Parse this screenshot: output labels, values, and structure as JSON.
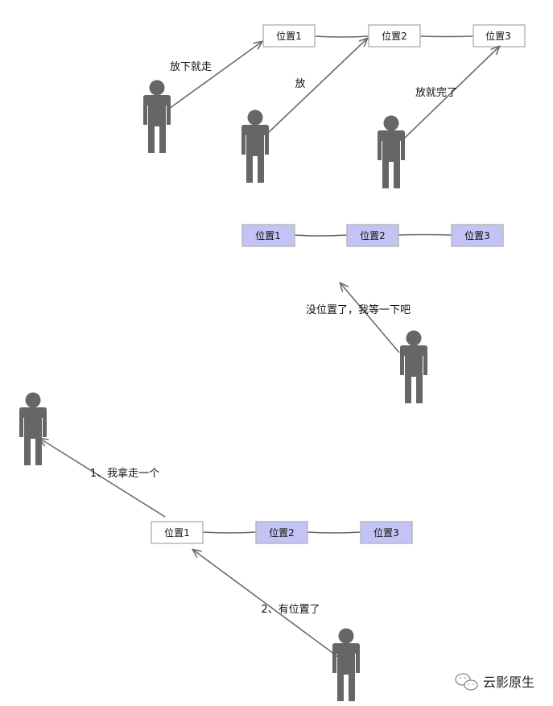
{
  "colors": {
    "person": "#666666",
    "arrow": "#6b6b6b",
    "box_empty_fill": "#ffffff",
    "box_occupied_fill": "#c3c3f5",
    "box_border": "#b8b8b8",
    "link": "#666666"
  },
  "icons": {
    "person": "person-icon",
    "footer": "wechat-icon"
  },
  "scene1": {
    "slots": [
      {
        "label": "位置1",
        "state": "empty"
      },
      {
        "label": "位置2",
        "state": "empty"
      },
      {
        "label": "位置3",
        "state": "empty"
      }
    ],
    "labels": [
      "放下就走",
      "放",
      "放就完了"
    ]
  },
  "scene2": {
    "slots": [
      {
        "label": "位置1",
        "state": "occupied"
      },
      {
        "label": "位置2",
        "state": "occupied"
      },
      {
        "label": "位置3",
        "state": "occupied"
      }
    ],
    "label": "没位置了，我等一下吧"
  },
  "scene3": {
    "slots": [
      {
        "label": "位置1",
        "state": "empty"
      },
      {
        "label": "位置2",
        "state": "occupied"
      },
      {
        "label": "位置3",
        "state": "occupied"
      }
    ],
    "labels": [
      "1、我拿走一个",
      "2、有位置了"
    ]
  },
  "footer": {
    "text": "云影原生"
  }
}
